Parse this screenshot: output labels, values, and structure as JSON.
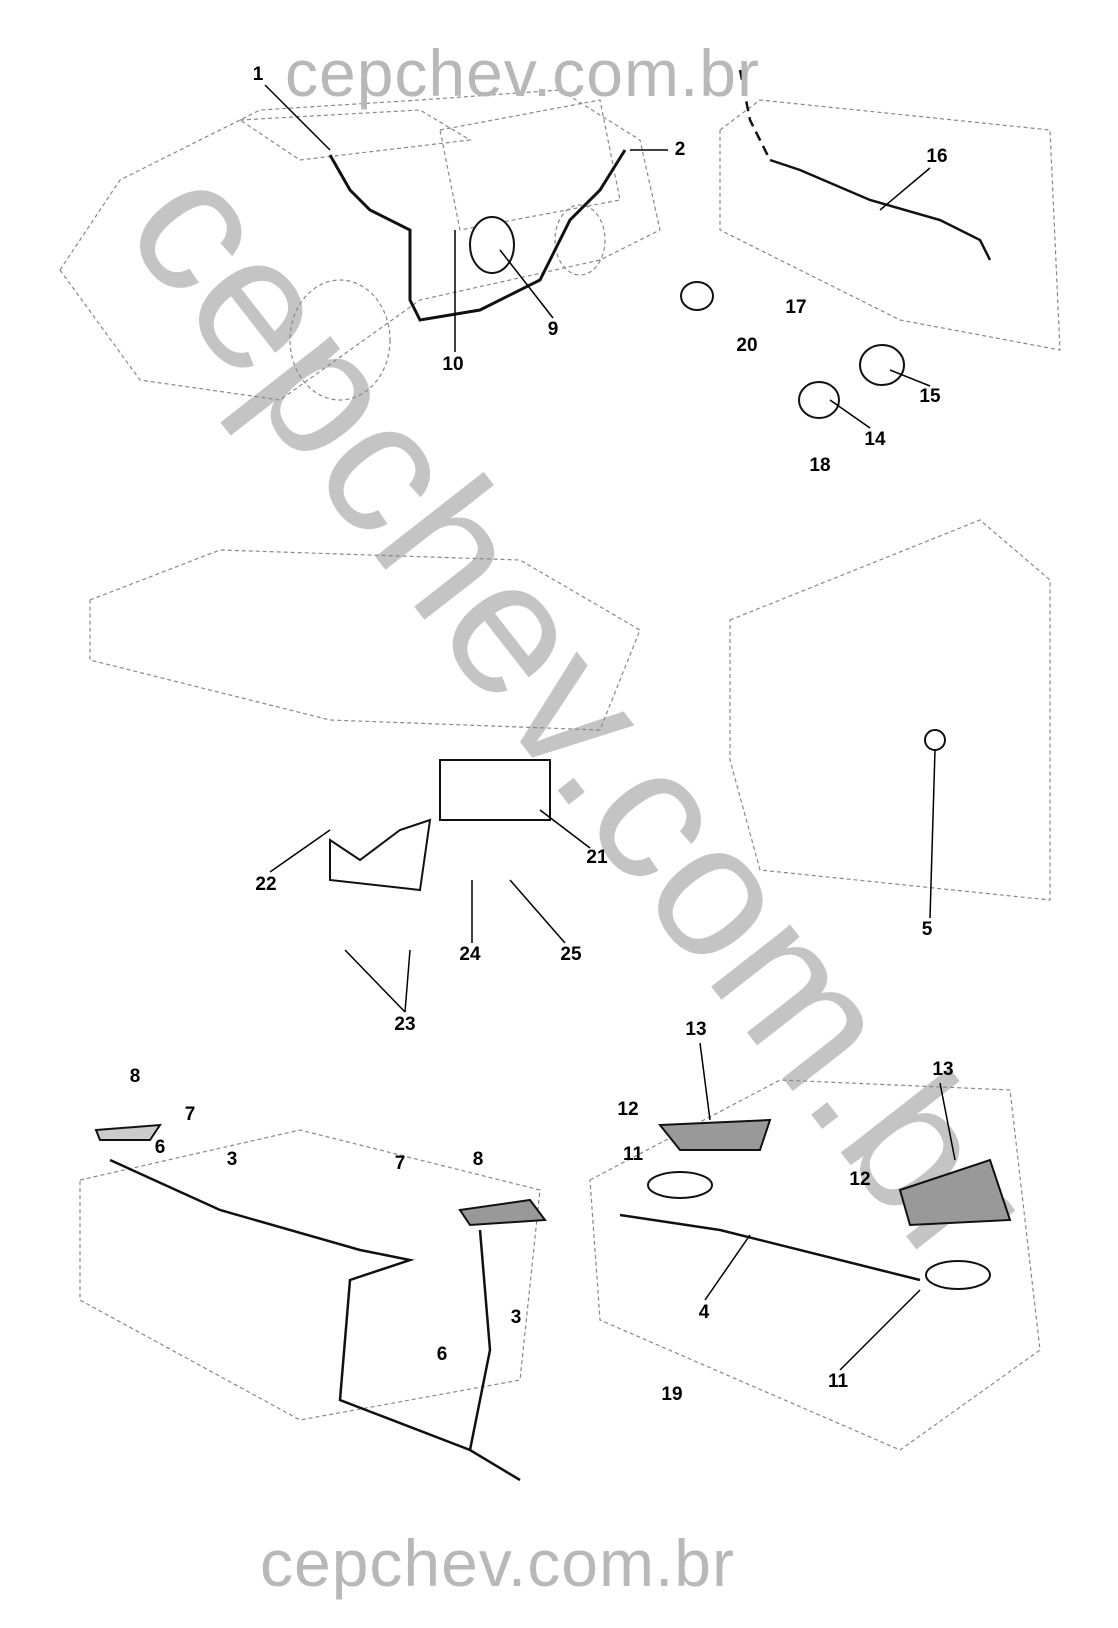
{
  "watermark": {
    "top": "cepchev.com.br",
    "bottom": "cepchev.com.br",
    "diagonal": "cepchev.com.br"
  },
  "callouts": {
    "c1": "1",
    "c2": "2",
    "c9": "9",
    "c10": "10",
    "c16": "16",
    "c17": "17",
    "c20": "20",
    "c15": "15",
    "c14": "14",
    "c18": "18",
    "c22": "22",
    "c21": "21",
    "c24": "24",
    "c25": "25",
    "c23": "23",
    "c5": "5",
    "c8a": "8",
    "c7a": "7",
    "c6a": "6",
    "c3a": "3",
    "c7b": "7",
    "c8b": "8",
    "c6b": "6",
    "c3b": "3",
    "c13a": "13",
    "c13b": "13",
    "c12a": "12",
    "c11a": "11",
    "c12b": "12",
    "c4": "4",
    "c11b": "11",
    "c19": "19"
  }
}
